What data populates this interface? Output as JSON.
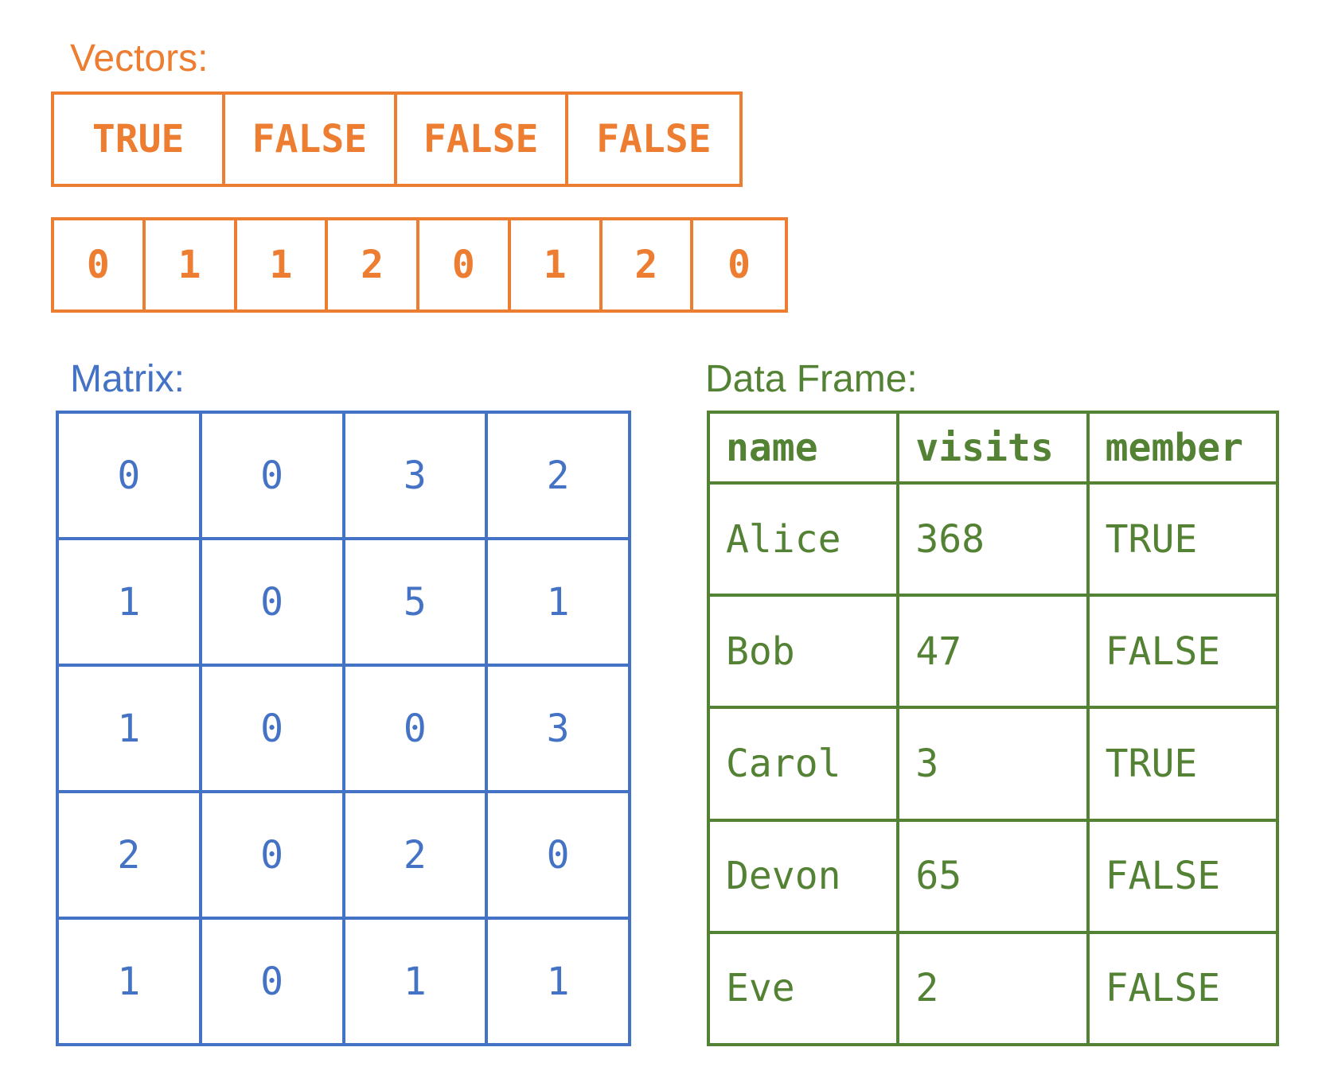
{
  "vectors": {
    "title": "Vectors:",
    "logical": [
      "TRUE",
      "FALSE",
      "FALSE",
      "FALSE"
    ],
    "numeric": [
      "0",
      "1",
      "1",
      "2",
      "0",
      "1",
      "2",
      "0"
    ]
  },
  "matrix": {
    "title": "Matrix:",
    "rows": [
      [
        "0",
        "0",
        "3",
        "2"
      ],
      [
        "1",
        "0",
        "5",
        "1"
      ],
      [
        "1",
        "0",
        "0",
        "3"
      ],
      [
        "2",
        "0",
        "2",
        "0"
      ],
      [
        "1",
        "0",
        "1",
        "1"
      ]
    ]
  },
  "data_frame": {
    "title": "Data Frame:",
    "columns": [
      "name",
      "visits",
      "member"
    ],
    "rows": [
      [
        "Alice",
        "368",
        "TRUE"
      ],
      [
        "Bob",
        "47",
        "FALSE"
      ],
      [
        "Carol",
        "3",
        "TRUE"
      ],
      [
        "Devon",
        "65",
        "FALSE"
      ],
      [
        "Eve",
        "2",
        "FALSE"
      ]
    ]
  },
  "colors": {
    "vectors": "#ED7D31",
    "matrix": "#4472C4",
    "data_frame": "#548235"
  }
}
